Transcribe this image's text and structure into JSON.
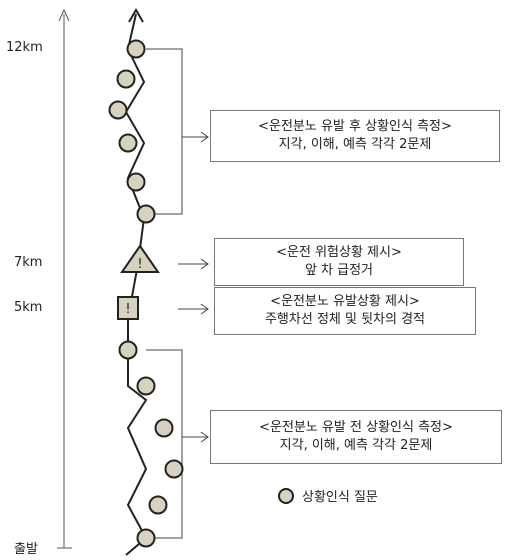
{
  "axis": {
    "labels": [
      "12km",
      "7km",
      "5km",
      "출발"
    ]
  },
  "boxes": [
    {
      "line1": "<운전분노 유발 후 상황인식 측정>",
      "line2": "지각, 이해, 예측 각각 2문제"
    },
    {
      "line1": "<운전 위험상황 제시>",
      "line2": "앞 차 급정거"
    },
    {
      "line1": "<운전분노 유발상황 제시>",
      "line2": "주행차선 정체 및 뒷차의 경적"
    },
    {
      "line1": "<운전분노 유발 전 상황인식 측정>",
      "line2": "지각, 이해, 예측 각각 2문제"
    }
  ],
  "markers": {
    "warning_symbol": "!",
    "square_symbol": "!"
  },
  "legend": {
    "label": "상황인식 질문"
  },
  "colors": {
    "node_fill": "#d6d2bf",
    "line": "#222222",
    "box_border": "#777777"
  }
}
